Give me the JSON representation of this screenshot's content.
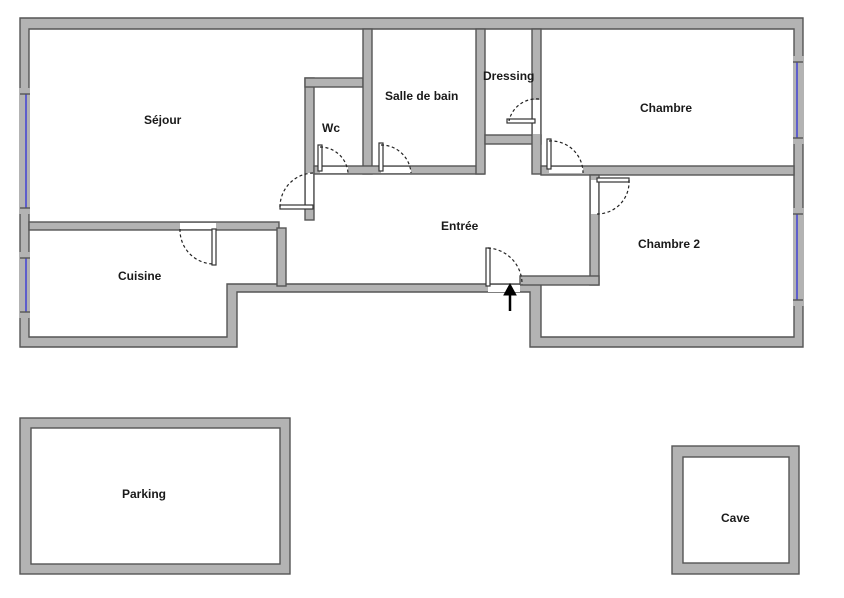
{
  "rooms": {
    "sejour": "Séjour",
    "wc": "Wc",
    "salle_de_bain": "Salle de bain",
    "dressing": "Dressing",
    "chambre": "Chambre",
    "entree": "Entrée",
    "chambre_2": "Chambre 2",
    "cuisine": "Cuisine",
    "parking": "Parking",
    "cave": "Cave"
  },
  "colors": {
    "wall": "#b3b3b3",
    "wall_outline": "#555555",
    "window": "#3a3ad6"
  },
  "icons": {
    "entrance": "entrance-arrow-icon"
  }
}
